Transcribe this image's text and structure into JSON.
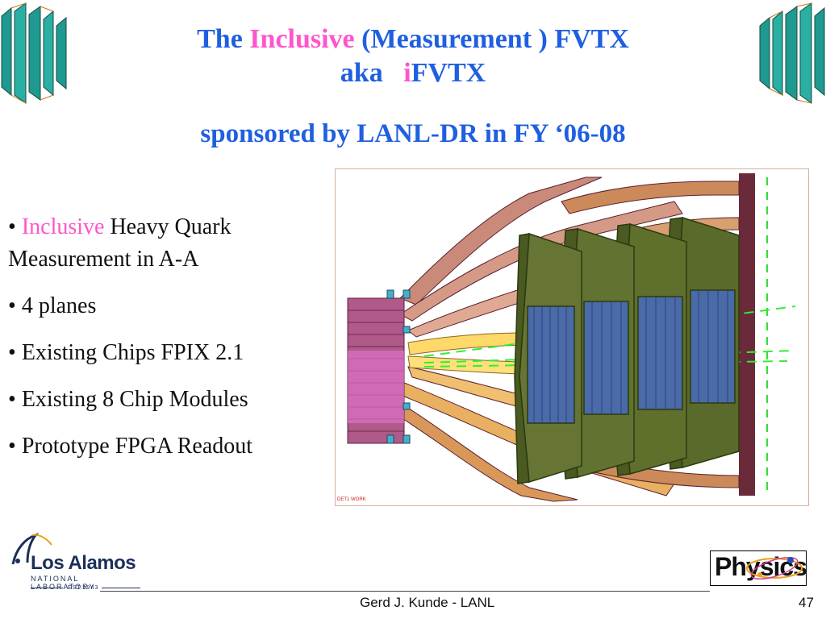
{
  "title": {
    "word_the": "The",
    "word_inclusive": "Inclusive",
    "rest_line1": "(Measurement ) FVTX",
    "aka": "aka",
    "i_letter": "i",
    "fvtx": "FVTX"
  },
  "subtitle": "sponsored by LANL-DR in FY ‘06-08",
  "bullets": {
    "b1_pink": "Inclusive",
    "b1_rest": "Heavy Quark Measurement in A-A",
    "b2": "4 planes",
    "b3": "Existing Chips FPIX 2.1",
    "b4": "Existing 8 Chip Modules",
    "b5": "Prototype FPGA Readout"
  },
  "figure_label": "DET1 WORK",
  "logo": {
    "name": "Los Alamos",
    "sub": "NATIONAL LABORATORY",
    "est": "EST.1943"
  },
  "footer": "Gerd J. Kunde - LANL",
  "page_number": "47",
  "physics_logo": "Physics",
  "colors": {
    "title_blue": "#1f5fe0",
    "accent_pink": "#ff55cc"
  }
}
